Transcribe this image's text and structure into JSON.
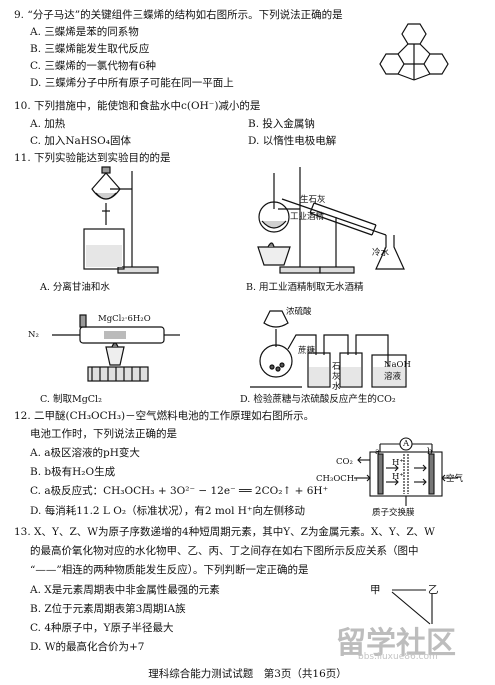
{
  "q9": {
    "stem": "9. “分子马达”的关键组件三蝶烯的结构如右图所示。下列说法正确的是",
    "options": [
      "A. 三蝶烯是苯的同系物",
      "B. 三蝶烯能发生取代反应",
      "C. 三蝶烯的一氯代物有6种",
      "D. 三蝶烯分子中所有原子可能在同一平面上"
    ]
  },
  "q10": {
    "stem": "10. 下列措施中，能使饱和食盐水中c(OH⁻)减小的是",
    "options": [
      "A. 加热",
      "B. 投入金属钠",
      "C. 加入NaHSO₄固体",
      "D. 以惰性电极电解"
    ]
  },
  "q11": {
    "stem": "11. 下列实验能达到实验目的的是",
    "options": [
      "A. 分离甘油和水",
      "B. 用工业酒精制取无水酒精",
      "C. 制取MgCl₂",
      "D. 检验蔗糖与浓硫酸反应产生的CO₂"
    ],
    "fig_b_labels": [
      "生石灰",
      "工业酒精",
      "冷水"
    ],
    "fig_c_labels": [
      "N₂",
      "MgCl₂·6H₂O"
    ],
    "fig_d_labels": [
      "浓硫酸",
      "蔗糖",
      "石灰水",
      "NaOH",
      "溶液"
    ]
  },
  "q12": {
    "stem": "12. 二甲醚(CH₃OCH₃)－空气燃料电池的工作原理如右图所示。",
    "stem2": "电池工作时，下列说法正确的是",
    "options": [
      "A. a极区溶液的pH变大",
      "B. b极有H₂O生成",
      "C. a极反应式：CH₃OCH₃ + 3O²⁻ − 12e⁻ ══ 2CO₂↑ + 6H⁺",
      "D. 每消耗11.2 L O₂（标准状况），有2 mol H⁺向左侧移动"
    ],
    "fig_labels": {
      "a": "a",
      "b": "b",
      "meter": "A",
      "co2": "CO₂",
      "fuel": "CH₃OCH₃",
      "air": "空气",
      "h": "H⁺",
      "membrane": "质子交换膜"
    }
  },
  "q13": {
    "stem": "13. X、Y、Z、W为原子序数递增的4种短周期元素，其中Y、Z为金属元素。X、Y、Z、W",
    "stem2": "的最高价氧化物对应的水化物甲、乙、丙、丁之间存在如右下图所示反应关系（图中",
    "stem3": "“——”相连的两种物质能发生反应）。下列判断一定正确的是",
    "options": [
      "A. X是元素周期表中非金属性最强的元素",
      "B. Z位于元素周期表第3周期ⅠA族",
      "C. 4种原子中，Y原子半径最大",
      "D. W的最高化合价为+7"
    ],
    "fig_labels": [
      "甲",
      "乙"
    ]
  },
  "footer": "理科综合能力测试试题　第3页（共16页）",
  "watermark": {
    "main": "留学社区",
    "url": "bbs.liuxue86.com"
  }
}
